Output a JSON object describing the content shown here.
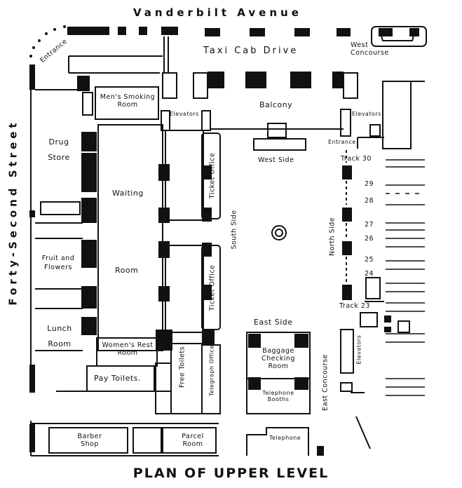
{
  "title": "PLAN OF UPPER LEVEL",
  "streets": {
    "vanderbilt": "Vanderbilt Avenue",
    "forty_second": "Forty-Second Street"
  },
  "areas": {
    "taxi_cab_drive": "Taxi Cab Drive",
    "west_concourse": "West Concourse",
    "east_concourse": "East Concourse",
    "entrance_nw": "Entrance",
    "mens_smoking_room": "Men's Smoking Room",
    "elevators_left": "Elevators",
    "elevators_right": "Elevators",
    "elevators_east": "Elevators",
    "balcony": "Balcony",
    "entrance_right": "Entrance",
    "drug_store": "Drug Store",
    "waiting_room_top": "Waiting",
    "waiting_room_bottom": "Room",
    "ticket_office_top": "Ticket Office",
    "ticket_office_bottom": "Ticket Office",
    "west_side": "West Side",
    "south_side": "South Side",
    "north_side": "North Side",
    "east_side": "East Side",
    "fruit_and_flowers": "Fruit and Flowers",
    "lunch_room": "Lunch Room",
    "womens_rest_room": "Women's Rest Room",
    "pay_toilets": "Pay Toilets.",
    "free_toilets": "Free Toilets",
    "telegraph_office": "Telegraph Office",
    "baggage_checking_room": "Baggage Checking Room",
    "telephone_booths": "Telephone Booths",
    "barber_shop": "Barber Shop",
    "parcel_room": "Parcel Room",
    "telephone": "Telephone"
  },
  "tracks": [
    "Track 30",
    "29",
    "28",
    "27",
    "26",
    "25",
    "24",
    "Track 23"
  ]
}
